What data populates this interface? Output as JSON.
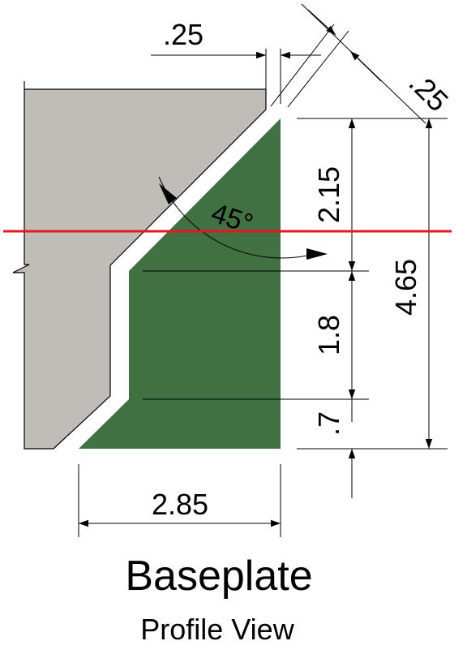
{
  "title": "Baseplate",
  "subtitle": "Profile View",
  "dimensions": {
    "gap_top": ".25",
    "gap_diagonal": ".25",
    "angle": "45°",
    "height_upper": "2.15",
    "height_middle": "1.8",
    "height_lower": ".7",
    "height_total": "4.65",
    "width_base": "2.85"
  },
  "colors": {
    "baseplate_fill": "#417043",
    "support_fill": "#c0bdb8",
    "section_line": "#e8161e",
    "line": "#000000"
  }
}
